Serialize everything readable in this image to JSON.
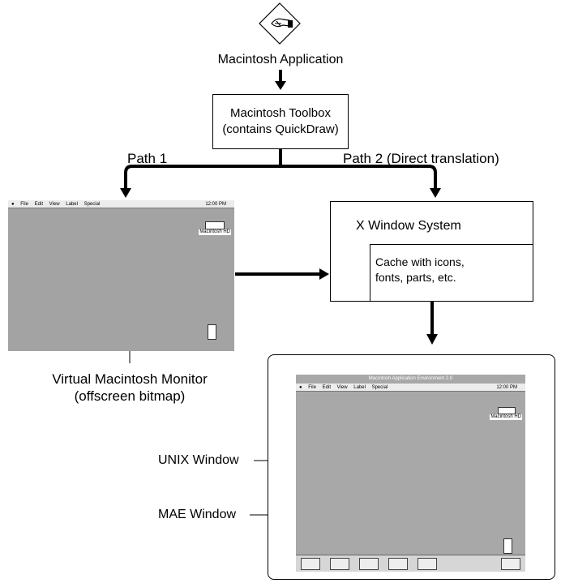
{
  "app": {
    "label": "Macintosh Application"
  },
  "toolbox": {
    "line1": "Macintosh Toolbox",
    "line2": "(contains QuickDraw)"
  },
  "paths": {
    "path1": "Path 1",
    "path2": "Path 2 (Direct translation)"
  },
  "virtual_monitor": {
    "line1": "Virtual Macintosh Monitor",
    "line2": "(offscreen bitmap)",
    "menu_items": [
      "\u0000",
      "File",
      "Edit",
      "View",
      "Label",
      "Special"
    ],
    "clock": "12:00 PM",
    "disk_label": "Macintosh HD"
  },
  "xwindow": {
    "label": "X Window System",
    "cache_line1": "Cache with icons,",
    "cache_line2": "fonts, parts, etc."
  },
  "unix_window": {
    "label": "UNIX Window",
    "title": "Macintosh Application Environment 2.0",
    "menu_items": [
      "File",
      "Edit",
      "View",
      "Label",
      "Special"
    ],
    "clock": "12:00 PM",
    "disk_label": "Macintosh HD"
  },
  "mae_window": {
    "label": "MAE Window"
  }
}
